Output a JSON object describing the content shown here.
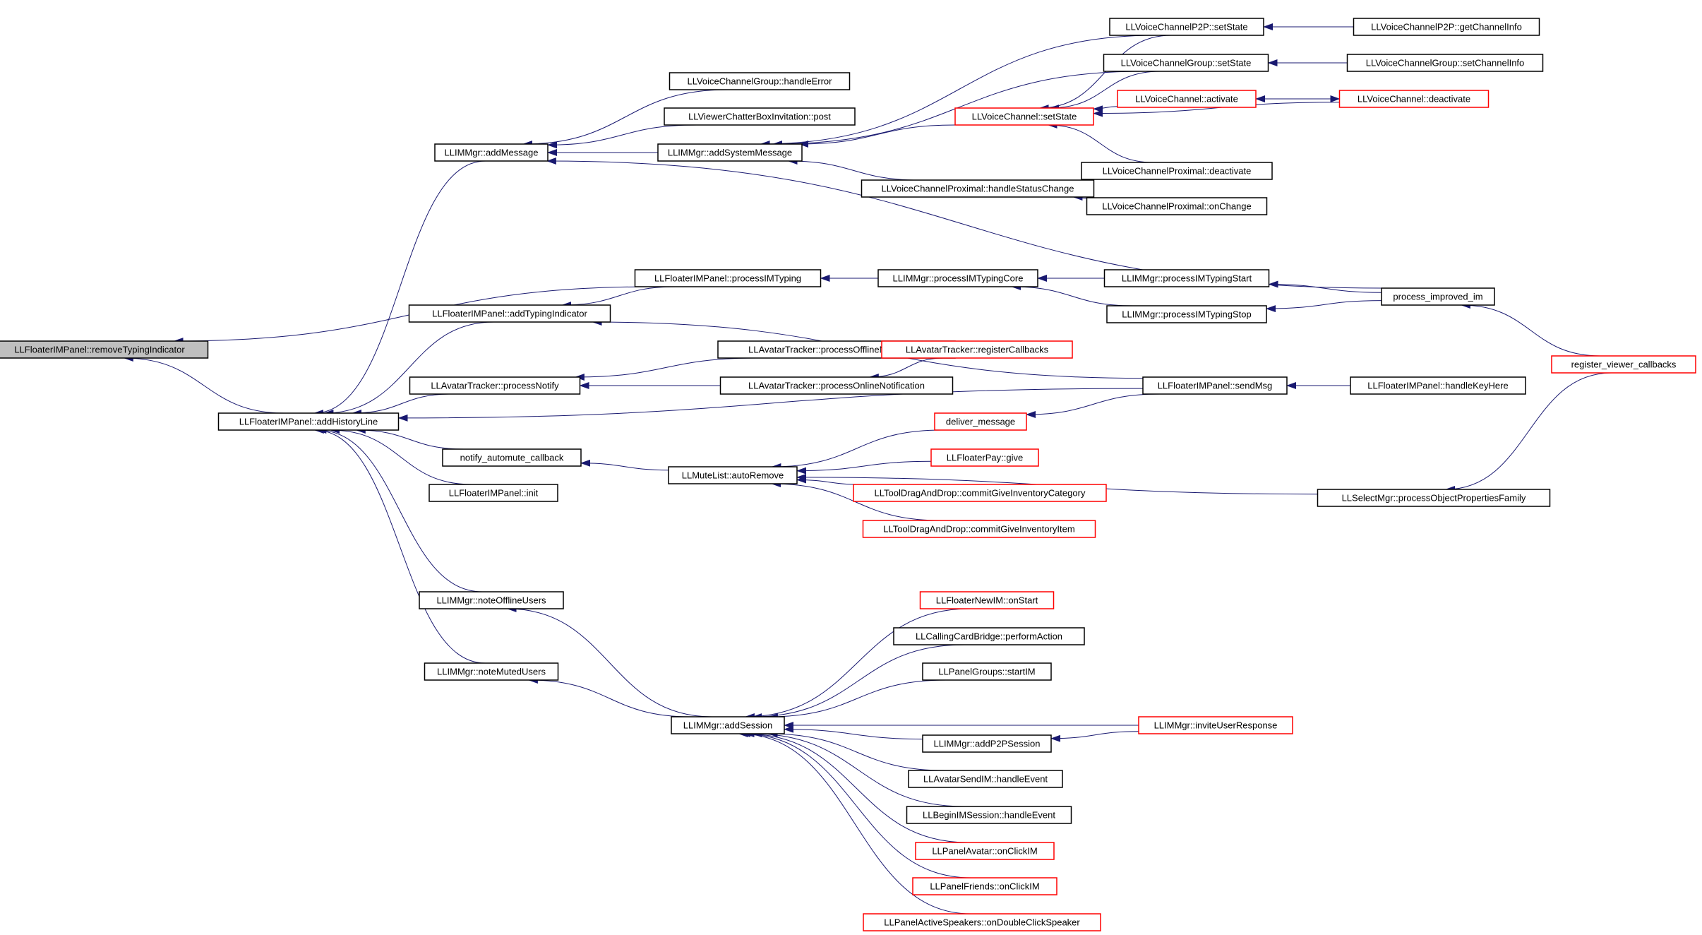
{
  "colors": {
    "edge": "#191970",
    "arrowhead": "#191970",
    "node_border_default": "#000000",
    "node_border_truncated": "#ff0000",
    "focus_fill": "#bfbfbf",
    "node_fill": "#ffffff"
  },
  "nodes": [
    {
      "id": "n0",
      "label": "LLFloaterIMPanel::removeTypingIndicator",
      "style": "focus"
    },
    {
      "id": "n1",
      "label": "LLFloaterIMPanel::addHistoryLine",
      "style": "normal"
    },
    {
      "id": "n2",
      "label": "LLIMMgr::addMessage",
      "style": "normal"
    },
    {
      "id": "n3",
      "label": "LLFloaterIMPanel::processIMTyping",
      "style": "normal"
    },
    {
      "id": "n4",
      "label": "LLFloaterIMPanel::addTypingIndicator",
      "style": "normal"
    },
    {
      "id": "n5",
      "label": "LLAvatarTracker::processNotify",
      "style": "normal"
    },
    {
      "id": "n6",
      "label": "notify_automute_callback",
      "style": "normal"
    },
    {
      "id": "n7",
      "label": "LLFloaterIMPanel::init",
      "style": "normal"
    },
    {
      "id": "n8",
      "label": "LLIMMgr::noteOfflineUsers",
      "style": "normal"
    },
    {
      "id": "n9",
      "label": "LLIMMgr::noteMutedUsers",
      "style": "normal"
    },
    {
      "id": "n10",
      "label": "LLVoiceChannelGroup::handleError",
      "style": "normal"
    },
    {
      "id": "n11",
      "label": "LLViewerChatterBoxInvitation::post",
      "style": "normal"
    },
    {
      "id": "n12",
      "label": "LLIMMgr::addSystemMessage",
      "style": "normal"
    },
    {
      "id": "n13",
      "label": "LLAvatarTracker::processOfflineNotification",
      "style": "normal"
    },
    {
      "id": "n14",
      "label": "LLAvatarTracker::processOnlineNotification",
      "style": "normal"
    },
    {
      "id": "n15",
      "label": "LLMuteList::autoRemove",
      "style": "normal"
    },
    {
      "id": "n16",
      "label": "LLIMMgr::addSession",
      "style": "normal"
    },
    {
      "id": "n17",
      "label": "LLVoiceChannel::setState",
      "style": "truncated"
    },
    {
      "id": "n18",
      "label": "LLVoiceChannelProximal::handleStatusChange",
      "style": "normal"
    },
    {
      "id": "n19",
      "label": "LLIMMgr::processIMTypingCore",
      "style": "normal"
    },
    {
      "id": "n20",
      "label": "LLAvatarTracker::registerCallbacks",
      "style": "truncated"
    },
    {
      "id": "n21",
      "label": "deliver_message",
      "style": "truncated"
    },
    {
      "id": "n22",
      "label": "LLFloaterPay::give",
      "style": "truncated"
    },
    {
      "id": "n23",
      "label": "LLToolDragAndDrop::commitGiveInventoryCategory",
      "style": "truncated"
    },
    {
      "id": "n24",
      "label": "LLToolDragAndDrop::commitGiveInventoryItem",
      "style": "truncated"
    },
    {
      "id": "n25",
      "label": "LLFloaterNewIM::onStart",
      "style": "truncated"
    },
    {
      "id": "n26",
      "label": "LLCallingCardBridge::performAction",
      "style": "normal"
    },
    {
      "id": "n27",
      "label": "LLPanelGroups::startIM",
      "style": "normal"
    },
    {
      "id": "n28",
      "label": "LLIMMgr::addP2PSession",
      "style": "normal"
    },
    {
      "id": "n29",
      "label": "LLAvatarSendIM::handleEvent",
      "style": "normal"
    },
    {
      "id": "n30",
      "label": "LLBeginIMSession::handleEvent",
      "style": "normal"
    },
    {
      "id": "n31",
      "label": "LLPanelAvatar::onClickIM",
      "style": "truncated"
    },
    {
      "id": "n32",
      "label": "LLPanelFriends::onClickIM",
      "style": "truncated"
    },
    {
      "id": "n33",
      "label": "LLPanelActiveSpeakers::onDoubleClickSpeaker",
      "style": "truncated"
    },
    {
      "id": "n34",
      "label": "LLVoiceChannelP2P::setState",
      "style": "normal"
    },
    {
      "id": "n35",
      "label": "LLVoiceChannelGroup::setState",
      "style": "normal"
    },
    {
      "id": "n36",
      "label": "LLVoiceChannel::activate",
      "style": "truncated"
    },
    {
      "id": "n37",
      "label": "LLVoiceChannelProximal::deactivate",
      "style": "normal"
    },
    {
      "id": "n38",
      "label": "LLVoiceChannelProximal::onChange",
      "style": "normal"
    },
    {
      "id": "n39",
      "label": "LLIMMgr::processIMTypingStart",
      "style": "normal"
    },
    {
      "id": "n40",
      "label": "LLIMMgr::processIMTypingStop",
      "style": "normal"
    },
    {
      "id": "n41",
      "label": "LLFloaterIMPanel::sendMsg",
      "style": "normal"
    },
    {
      "id": "n42",
      "label": "LLSelectMgr::processObjectPropertiesFamily",
      "style": "normal"
    },
    {
      "id": "n43",
      "label": "LLIMMgr::inviteUserResponse",
      "style": "truncated"
    },
    {
      "id": "n44",
      "label": "LLVoiceChannelP2P::getChannelInfo",
      "style": "normal"
    },
    {
      "id": "n45",
      "label": "LLVoiceChannelGroup::setChannelInfo",
      "style": "normal"
    },
    {
      "id": "n46",
      "label": "LLVoiceChannel::deactivate",
      "style": "truncated"
    },
    {
      "id": "n47",
      "label": "process_improved_im",
      "style": "normal"
    },
    {
      "id": "n48",
      "label": "LLFloaterIMPanel::handleKeyHere",
      "style": "normal"
    },
    {
      "id": "n49",
      "label": "register_viewer_callbacks",
      "style": "truncated"
    }
  ],
  "edges": [
    [
      "n1",
      "n0"
    ],
    [
      "n3",
      "n0"
    ],
    [
      "n2",
      "n1"
    ],
    [
      "n4",
      "n1"
    ],
    [
      "n5",
      "n1"
    ],
    [
      "n6",
      "n1"
    ],
    [
      "n7",
      "n1"
    ],
    [
      "n8",
      "n1"
    ],
    [
      "n9",
      "n1"
    ],
    [
      "n41",
      "n1"
    ],
    [
      "n10",
      "n2"
    ],
    [
      "n11",
      "n2"
    ],
    [
      "n12",
      "n2"
    ],
    [
      "n47",
      "n2"
    ],
    [
      "n19",
      "n3"
    ],
    [
      "n41",
      "n4"
    ],
    [
      "n3",
      "n4"
    ],
    [
      "n13",
      "n5"
    ],
    [
      "n14",
      "n5"
    ],
    [
      "n15",
      "n6"
    ],
    [
      "n16",
      "n8"
    ],
    [
      "n16",
      "n9"
    ],
    [
      "n17",
      "n12"
    ],
    [
      "n18",
      "n12"
    ],
    [
      "n34",
      "n12"
    ],
    [
      "n35",
      "n12"
    ],
    [
      "n20",
      "n13"
    ],
    [
      "n20",
      "n14"
    ],
    [
      "n21",
      "n15"
    ],
    [
      "n22",
      "n15"
    ],
    [
      "n23",
      "n15"
    ],
    [
      "n24",
      "n15"
    ],
    [
      "n42",
      "n15"
    ],
    [
      "n25",
      "n16"
    ],
    [
      "n26",
      "n16"
    ],
    [
      "n27",
      "n16"
    ],
    [
      "n28",
      "n16"
    ],
    [
      "n29",
      "n16"
    ],
    [
      "n30",
      "n16"
    ],
    [
      "n31",
      "n16"
    ],
    [
      "n32",
      "n16"
    ],
    [
      "n33",
      "n16"
    ],
    [
      "n43",
      "n16"
    ],
    [
      "n34",
      "n17"
    ],
    [
      "n35",
      "n17"
    ],
    [
      "n36",
      "n17"
    ],
    [
      "n37",
      "n17"
    ],
    [
      "n46",
      "n17"
    ],
    [
      "n38",
      "n18"
    ],
    [
      "n39",
      "n19"
    ],
    [
      "n40",
      "n19"
    ],
    [
      "n41",
      "n21"
    ],
    [
      "n43",
      "n28"
    ],
    [
      "n44",
      "n34"
    ],
    [
      "n45",
      "n35"
    ],
    [
      "n46",
      "n36"
    ],
    [
      "n36",
      "n46"
    ],
    [
      "n47",
      "n39"
    ],
    [
      "n47",
      "n40"
    ],
    [
      "n48",
      "n41"
    ],
    [
      "n49",
      "n42"
    ],
    [
      "n49",
      "n47"
    ]
  ]
}
